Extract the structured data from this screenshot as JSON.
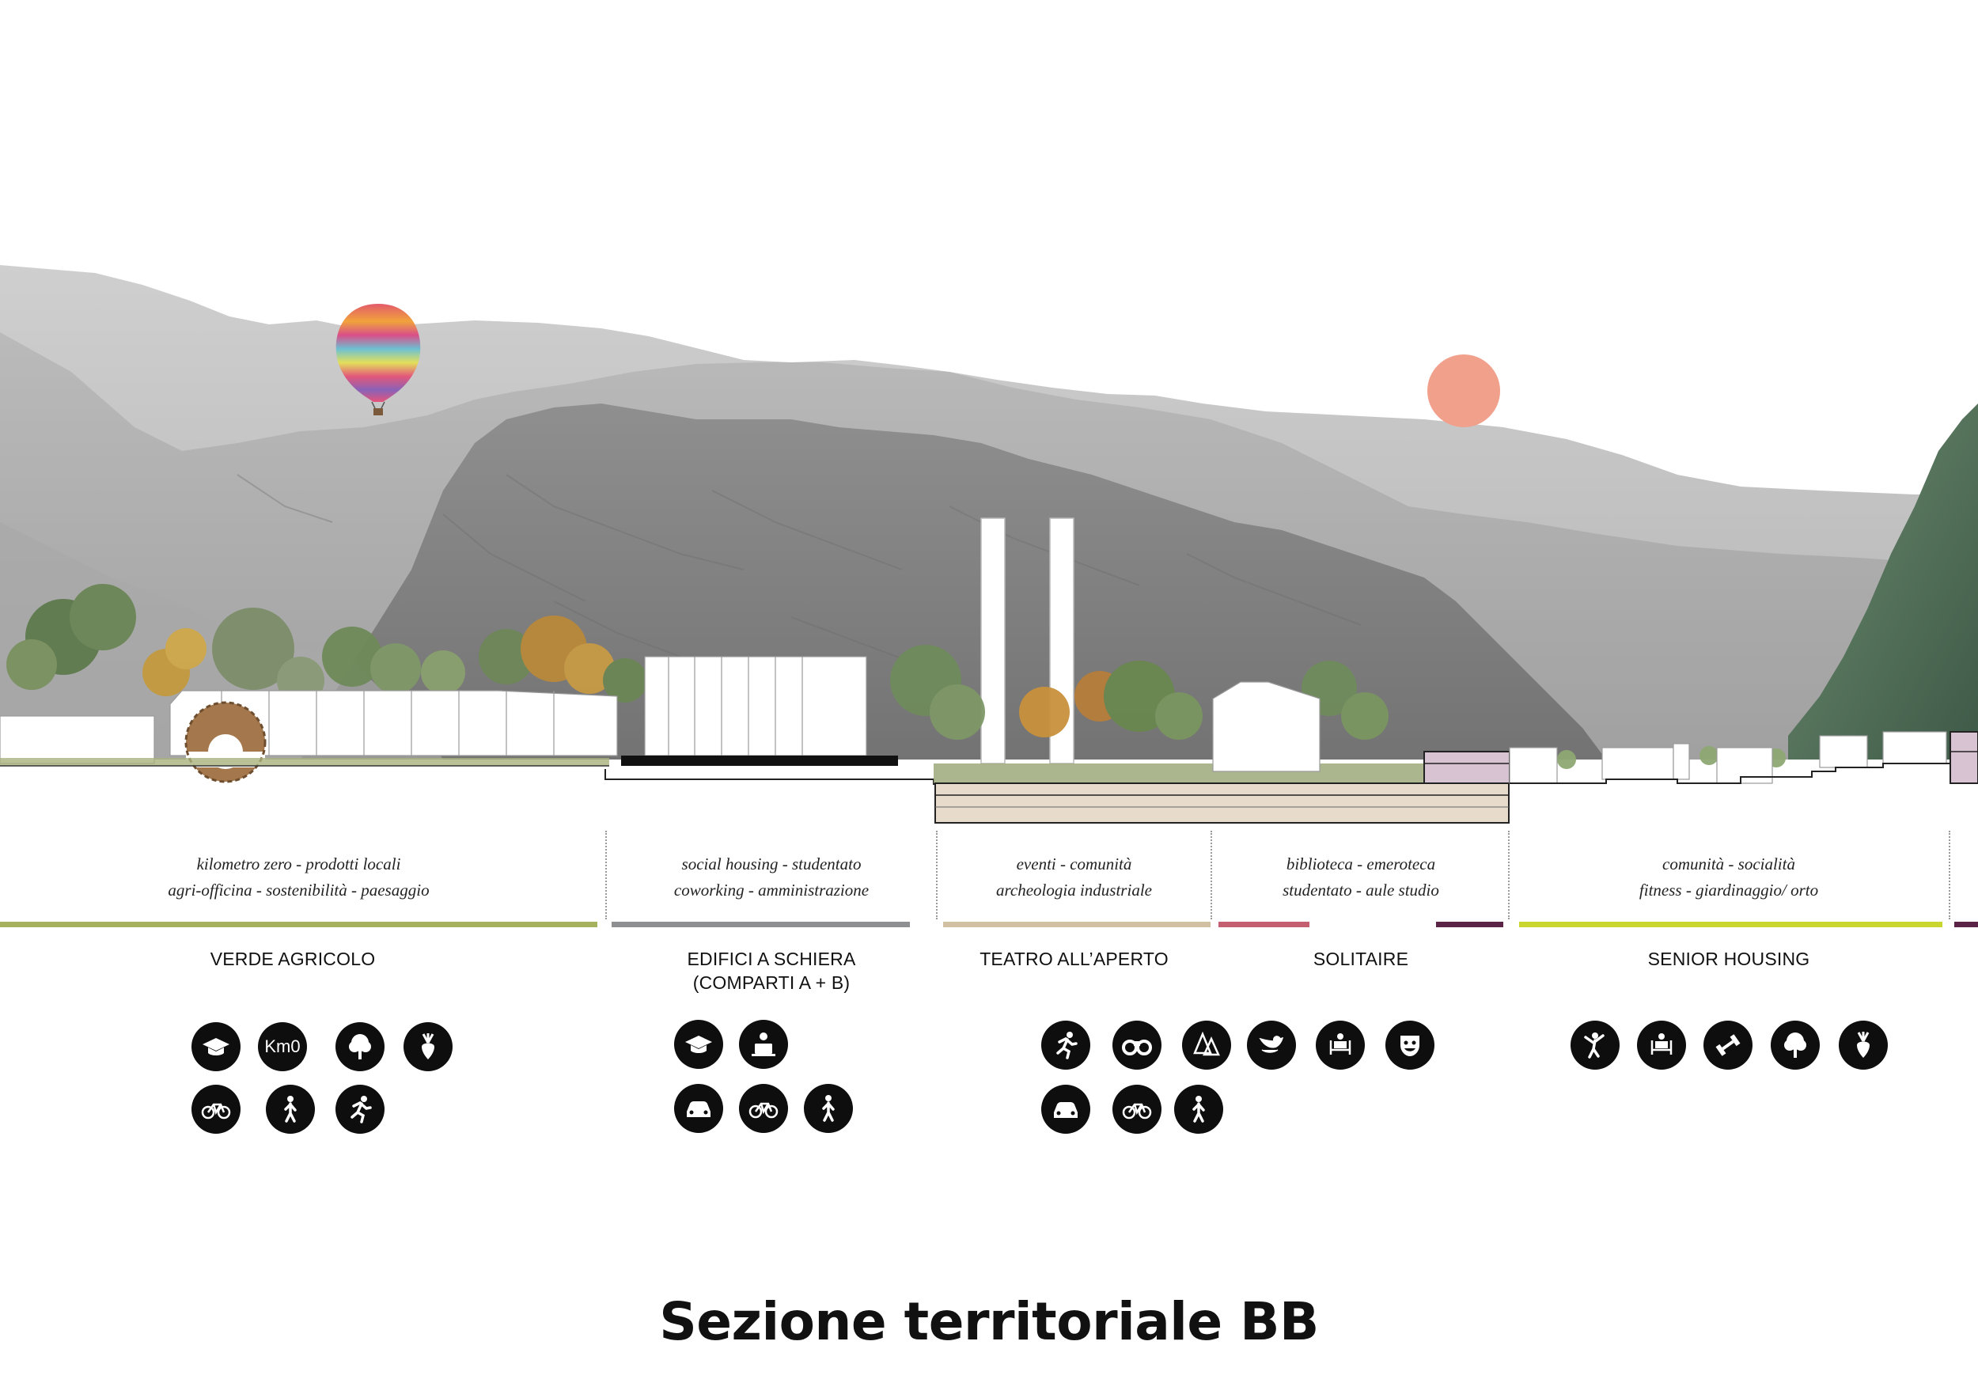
{
  "title": "Sezione territoriale BB",
  "colors": {
    "verde_agricolo": "#a6b15e",
    "edifici": "#8d8f91",
    "teatro": "#d2c0a2",
    "solitaire_a": "#c35f70",
    "solitaire_b": "#5b2447",
    "senior": "#c9d62f",
    "sun": "#f1a08c"
  },
  "zones": [
    {
      "id": "verde-agricolo",
      "title": [
        "VERDE AGRICOLO"
      ],
      "keywords": [
        "kilometro zero - prodotti locali",
        "agri-officina - sostenibilità - paesaggio"
      ]
    },
    {
      "id": "edifici-a-schiera",
      "title": [
        "EDIFICI A SCHIERA",
        "(COMPARTI A + B)"
      ],
      "keywords": [
        "social housing - studentato",
        "coworking - amministrazione"
      ]
    },
    {
      "id": "teatro-all-aperto",
      "title": [
        "TEATRO ALL’APERTO"
      ],
      "keywords": [
        "eventi - comunità",
        "archeologia industriale"
      ]
    },
    {
      "id": "solitaire",
      "title": [
        "SOLITAIRE"
      ],
      "keywords": [
        "biblioteca - emeroteca",
        "studentato - aule studio"
      ]
    },
    {
      "id": "senior-housing",
      "title": [
        "SENIOR HOUSING"
      ],
      "keywords": [
        "comunità - socialità",
        "fitness - giardinaggio/ orto"
      ]
    }
  ],
  "icons": {
    "verde_agricolo": [
      "graduation-cap-icon",
      "km0-icon",
      "tree-icon",
      "beet-icon",
      "bicycle-icon",
      "pedestrian-icon",
      "runner-icon"
    ],
    "km0_label": "Km0",
    "edifici": [
      "graduation-cap-icon",
      "coworking-icon",
      "car-icon",
      "bicycle-icon",
      "pedestrian-icon"
    ],
    "teatro": [
      "runner-icon",
      "binoculars-icon",
      "forest-icon",
      "car-icon",
      "bicycle-icon",
      "pedestrian-icon"
    ],
    "solitaire": [
      "bird-icon",
      "reading-icon",
      "theater-mask-icon"
    ],
    "senior": [
      "dancer-icon",
      "reading-icon",
      "dumbbell-icon",
      "tree-icon",
      "beet-icon"
    ]
  }
}
